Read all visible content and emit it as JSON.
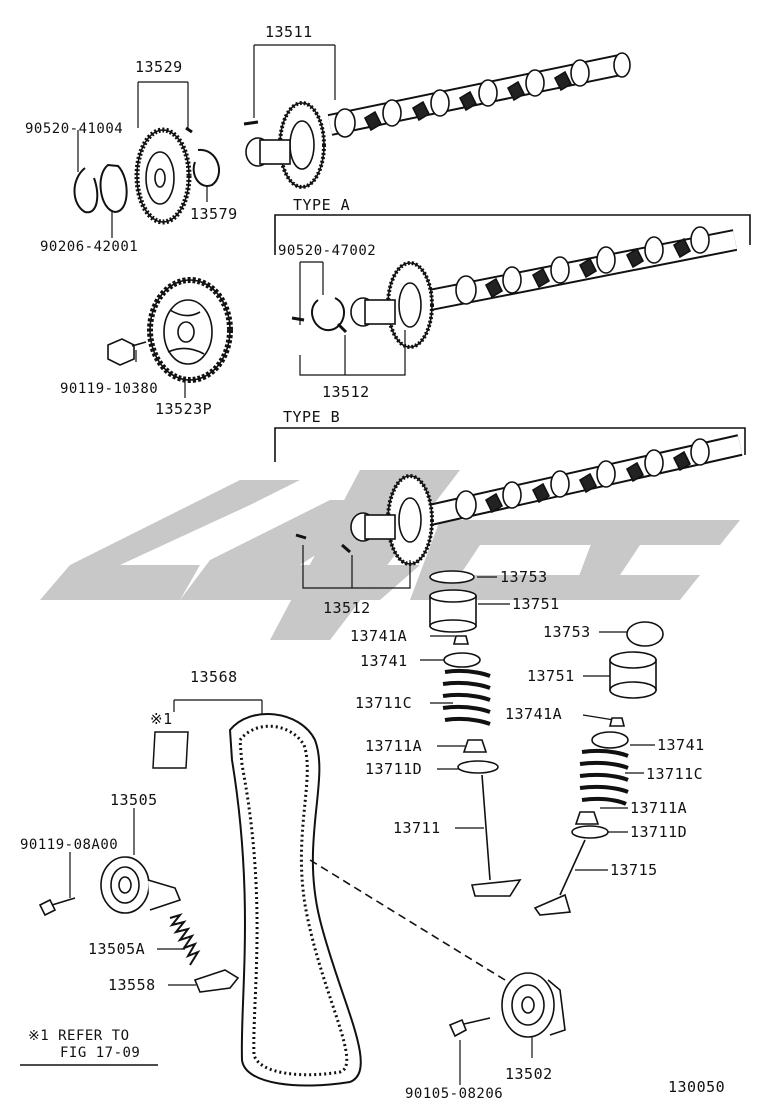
{
  "diagram_number": "130050",
  "groups": {
    "type_a": "TYPE A",
    "type_b": "TYPE B"
  },
  "note": {
    "marker": "※1",
    "line1": "※1  REFER TO",
    "line2": "FIG 17-09"
  },
  "parts": {
    "p13511": "13511",
    "p13529": "13529",
    "p90520_41004": "90520-41004",
    "p13579": "13579",
    "p90206_42001": "90206-42001",
    "p90520_47002": "90520-47002",
    "p13512_a": "13512",
    "p90119_10380": "90119-10380",
    "p13523P": "13523P",
    "p13512_b": "13512",
    "p13753_a": "13753",
    "p13751_a": "13751",
    "p13741A_a": "13741A",
    "p13741_a": "13741",
    "p13711C_a": "13711C",
    "p13711A_a": "13711A",
    "p13711D_a": "13711D",
    "p13711": "13711",
    "p13753_b": "13753",
    "p13751_b": "13751",
    "p13741A_b": "13741A",
    "p13741_b": "13741",
    "p13711C_b": "13711C",
    "p13711A_b": "13711A",
    "p13711D_b": "13711D",
    "p13715": "13715",
    "p13568": "13568",
    "p13505": "13505",
    "p90119_08A00": "90119-08A00",
    "p13505A": "13505A",
    "p13558": "13558",
    "p13502": "13502",
    "p90105_08206": "90105-08206"
  }
}
